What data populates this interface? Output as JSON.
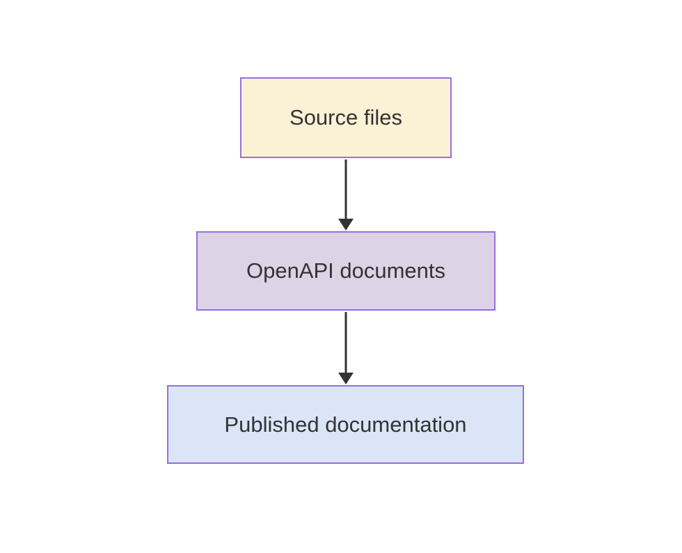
{
  "diagram": {
    "type": "flowchart",
    "direction": "top-down",
    "background": "#ffffff",
    "border_color": "#9370db",
    "arrow_color": "#333333",
    "text_color": "#333333",
    "nodes": [
      {
        "id": "source",
        "label": "Source files",
        "fill": "#fbf2d6"
      },
      {
        "id": "openapi",
        "label": "OpenAPI documents",
        "fill": "#ded2e6"
      },
      {
        "id": "published",
        "label": "Published documentation",
        "fill": "#dbe5f7"
      }
    ],
    "edges": [
      {
        "from": "source",
        "to": "openapi",
        "label": ""
      },
      {
        "from": "openapi",
        "to": "published",
        "label": ""
      }
    ]
  }
}
